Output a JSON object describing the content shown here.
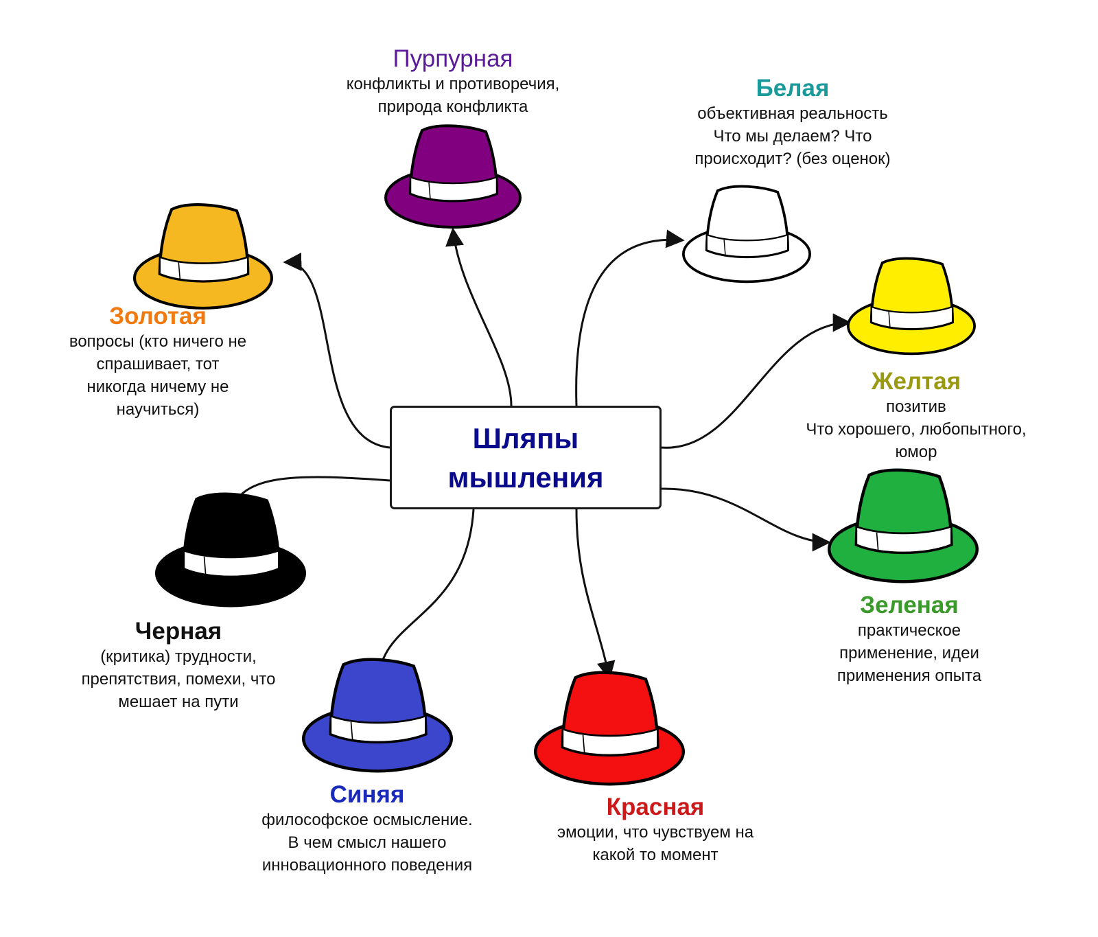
{
  "center": {
    "title": "Шляпы\nмышления"
  },
  "hats": [
    {
      "id": "purple",
      "title": "Пурпурная",
      "title_bold": false,
      "title_color": "#5a1a9a",
      "hat_color": "#800080",
      "description": "конфликты и противоречия,\nприрода конфликта"
    },
    {
      "id": "white",
      "title": "Белая",
      "title_bold": true,
      "title_color": "#1a9a9a",
      "hat_color": "#ffffff",
      "description": "объективная реальность\nЧто мы делаем? Что\nпроисходит? (без оценок)"
    },
    {
      "id": "gold",
      "title": "Золотая",
      "title_bold": true,
      "title_color": "#f07a10",
      "hat_color": "#f5b820",
      "description": "вопросы (кто ничего не\nспрашивает, тот\nникогда ничему не\nнаучиться)"
    },
    {
      "id": "yellow",
      "title": "Желтая",
      "title_bold": true,
      "title_color": "#9a9a10",
      "hat_color": "#ffee00",
      "description": "позитив\nЧто хорошего, любопытного,\nюмор"
    },
    {
      "id": "green",
      "title": "Зеленая",
      "title_bold": true,
      "title_color": "#3a9a2a",
      "hat_color": "#20b040",
      "description": "практическое\nприменение, идеи\nприменения опыта"
    },
    {
      "id": "black",
      "title": "Черная",
      "title_bold": true,
      "title_color": "#111111",
      "hat_color": "#000000",
      "description": "(критика) трудности,\nпрепятствия, помехи, что\nмешает на пути"
    },
    {
      "id": "blue",
      "title": "Синяя",
      "title_bold": true,
      "title_color": "#1a2aba",
      "hat_color": "#3c46cc",
      "description": "философское осмысление.\nВ чем смысл нашего\nинновационного поведения"
    },
    {
      "id": "red",
      "title": "Красная",
      "title_bold": true,
      "title_color": "#cc1a1a",
      "hat_color": "#f41010",
      "description": "эмоции, что чувствуем на\nкакой то момент"
    }
  ]
}
